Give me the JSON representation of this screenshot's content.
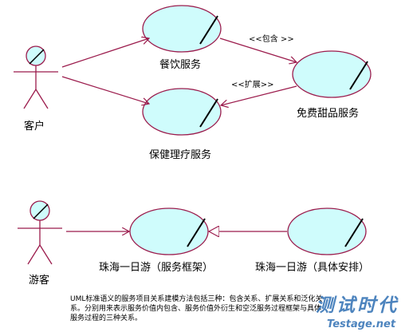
{
  "actors": [
    {
      "id": "customer",
      "label": "客户"
    },
    {
      "id": "tourist",
      "label": "游客"
    }
  ],
  "use_cases": [
    {
      "id": "dining",
      "label": "餐饮服务"
    },
    {
      "id": "healthcare",
      "label": "保健理疗服务"
    },
    {
      "id": "free_dessert",
      "label": "免费甜品服务"
    },
    {
      "id": "framework",
      "label": "珠海一日游（服务框架）"
    },
    {
      "id": "arrangement",
      "label": "珠海一日游（具体安排）"
    }
  ],
  "relations": {
    "include": "<<包含 >>",
    "extend": "<<扩展>>"
  },
  "note": "UML标准语义的服务项目关系建模方法包括三种：包含关系、扩展关系和泛化关系。分别用来表示服务价值内包含、服务价值外衍生和空泛服务过程框架与具体服务过程的三种关系。",
  "watermark": {
    "chinese": "测试时代",
    "site": "Testage.net"
  },
  "colors": {
    "ellipse_fill": "#cffcfc",
    "line": "#9b1b4c",
    "watermark": "#2f6fb3"
  }
}
